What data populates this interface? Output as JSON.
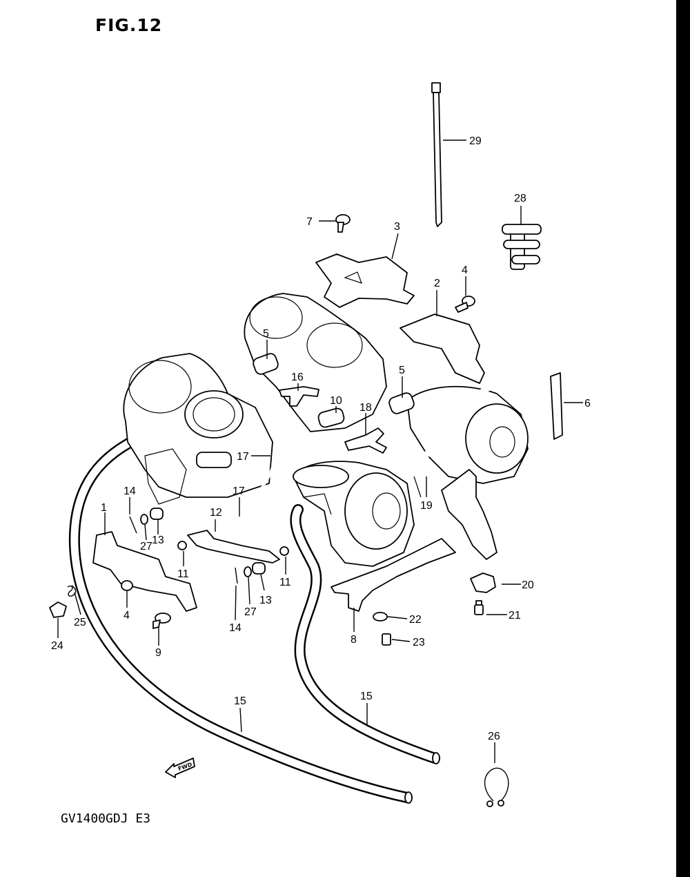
{
  "figure": {
    "title": "FIG.12",
    "model": "GV1400GDJ E3",
    "fwd_marker": "FWD"
  },
  "labels": {
    "l1": "1",
    "l2": "2",
    "l3": "3",
    "l4a": "4",
    "l4b": "4",
    "l5a": "5",
    "l5b": "5",
    "l6": "6",
    "l7": "7",
    "l8": "8",
    "l9": "9",
    "l10": "10",
    "l11a": "11",
    "l11b": "11",
    "l12": "12",
    "l13a": "13",
    "l13b": "13",
    "l14a": "14",
    "l14b": "14",
    "l15a": "15",
    "l15b": "15",
    "l16": "16",
    "l17a": "17",
    "l17b": "17",
    "l18": "18",
    "l19": "19",
    "l20": "20",
    "l21": "21",
    "l22": "22",
    "l23": "23",
    "l24": "24",
    "l25": "25",
    "l26": "26",
    "l27a": "27",
    "l27b": "27",
    "l28": "28",
    "l29": "29"
  }
}
